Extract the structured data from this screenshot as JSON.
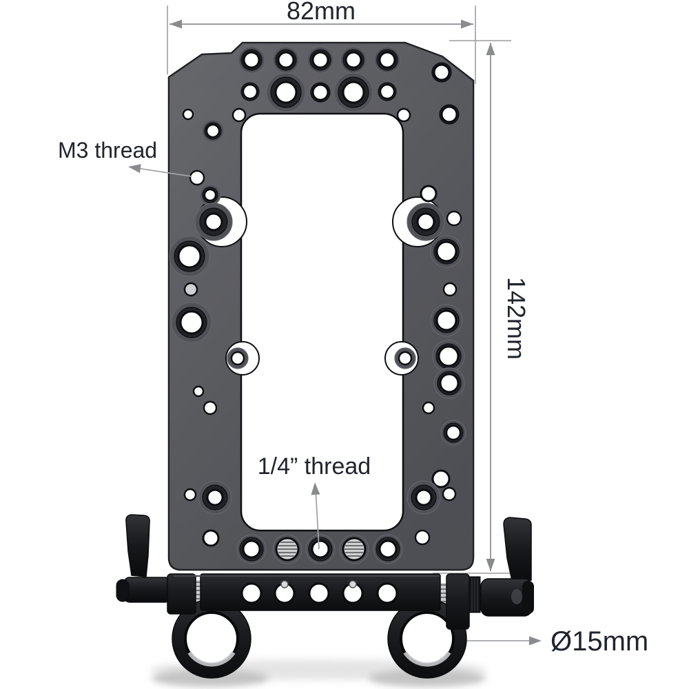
{
  "figure": {
    "kind": "product dimension diagram",
    "subject": "camera cheese mounting plate with 15mm rod clamp"
  },
  "labels": {
    "width": "82mm",
    "height": "142mm",
    "m3": "M3 thread",
    "quarter": "1/4” thread",
    "rod": "Ø15mm"
  },
  "colors": {
    "background": "#ffffff",
    "dimension_line": "#9a9b9e",
    "arrow": "#8a8b8e",
    "label_text": "#20242c",
    "plate": "#47484d",
    "plate_edge": "#141519",
    "clamp_black": "#1a1b1e",
    "thread_silver": "#cfd0d3",
    "shadow": "#c7c7c7"
  }
}
